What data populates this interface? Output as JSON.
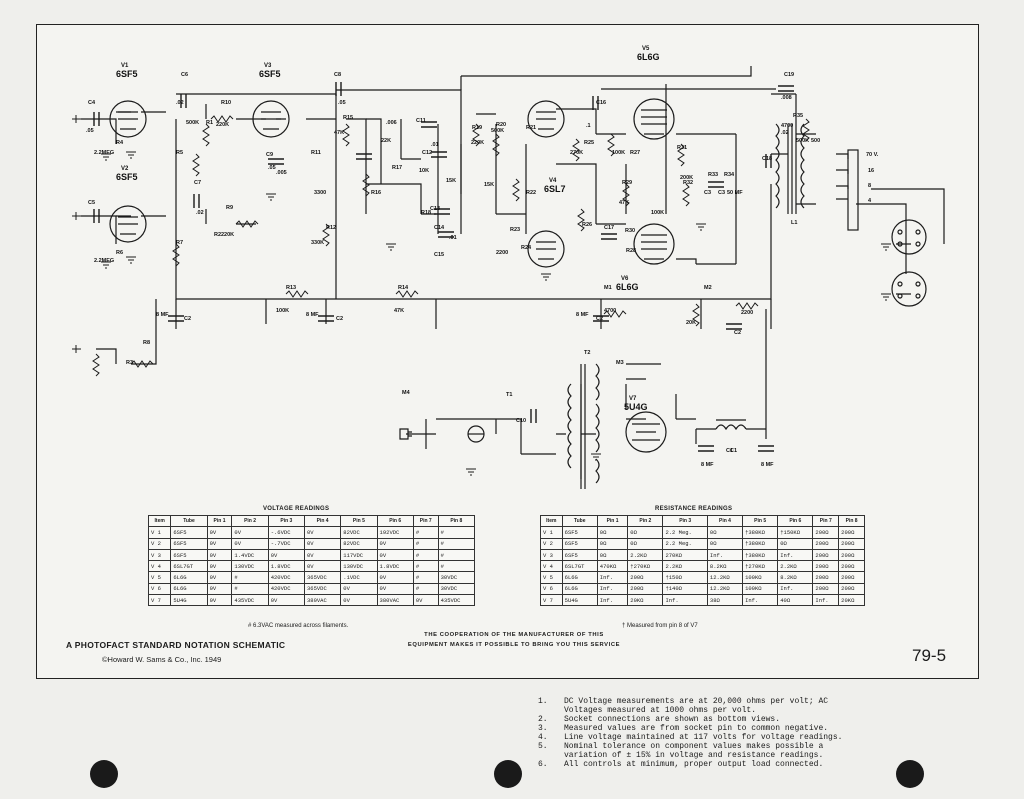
{
  "labels": {
    "tubes": [
      {
        "ref": "V1",
        "type": "6SF5"
      },
      {
        "ref": "V2",
        "type": "6SF5"
      },
      {
        "ref": "V3",
        "type": "6SF5"
      },
      {
        "ref": "V4",
        "type": "6SL7"
      },
      {
        "ref": "V5",
        "type": "6L6G"
      },
      {
        "ref": "V6",
        "type": "6L6G"
      },
      {
        "ref": "V7",
        "type": "5U4G"
      }
    ],
    "components": [
      "C4",
      "C5",
      "C6",
      "C7",
      "C8",
      "C9",
      "C10",
      "C11",
      "C12",
      "C13",
      "C14",
      "C15",
      "C16",
      "C17",
      "C18",
      "C19",
      "R1",
      "R2",
      "R3",
      "R4",
      "R5",
      "R6",
      "R7",
      "R8",
      "R9",
      "R10",
      "R11",
      "R12",
      "R13",
      "R14",
      "R15",
      "R16",
      "R17",
      "R18",
      "R19",
      "R20",
      "R21",
      "R22",
      "R23",
      "R24",
      "R25",
      "R26",
      "R27",
      "R28",
      "R29",
      "R30",
      "R31",
      "R32",
      "R33",
      "R34",
      "R35",
      "M1",
      "M2",
      "M3",
      "M4",
      "T1",
      "T2",
      "L1"
    ],
    "values": [
      ".05",
      ".02",
      ".05",
      ".02",
      ".05",
      ".006",
      ".01",
      ".01",
      ".005",
      ".02",
      ".1",
      ".008",
      "2.2MEG",
      "2.2MEG",
      "500K",
      "220K",
      "220K",
      "47K",
      "22K",
      "10K",
      "15K",
      "15K",
      "220K",
      "500K",
      "2200",
      "270K",
      "100K",
      "47K",
      "200K",
      "100K",
      "3300",
      "330K",
      "100K",
      "47K",
      "500K",
      "2200",
      "4700",
      "20K",
      "50 MF",
      "8 MF",
      "8 MF",
      "8 MF",
      "8 MF",
      "8 MF",
      "4700",
      "500",
      "70 V.",
      "16",
      "8",
      "4"
    ],
    "misc": [
      "C1",
      "C2",
      "C3",
      "C2",
      "C2",
      "C2",
      "C1",
      "C3"
    ]
  },
  "voltage_table": {
    "title": "VOLTAGE READINGS",
    "headers": [
      "Item",
      "Tube",
      "Pin 1",
      "Pin 2",
      "Pin 3",
      "Pin 4",
      "Pin 5",
      "Pin 6",
      "Pin 7",
      "Pin 8"
    ],
    "rows": [
      [
        "V 1",
        "6SF5",
        "0V",
        "0V",
        "-.6VDC",
        "0V",
        "82VDC",
        "192VDC",
        "#",
        "#"
      ],
      [
        "V 2",
        "6SF5",
        "0V",
        "0V",
        "-.7VDC",
        "0V",
        "82VDC",
        "0V",
        "#",
        "#"
      ],
      [
        "V 3",
        "6SF5",
        "0V",
        "1.4VDC",
        "0V",
        "0V",
        "117VDC",
        "0V",
        "#",
        "#"
      ],
      [
        "V 4",
        "6SL7GT",
        "0V",
        "130VDC",
        "1.8VDC",
        "0V",
        "130VDC",
        "1.8VDC",
        "#",
        "#"
      ],
      [
        "V 5",
        "6L6G",
        "0V",
        "#",
        "420VDC",
        "365VDC",
        ".1VDC",
        "0V",
        "#",
        "30VDC"
      ],
      [
        "V 6",
        "6L6G",
        "0V",
        "#",
        "420VDC",
        "365VDC",
        "0V",
        "0V",
        "#",
        "30VDC"
      ],
      [
        "V 7",
        "5U4G",
        "0V",
        "435VDC",
        "0V",
        "380VAC",
        "0V",
        "380VAC",
        "0V",
        "435VDC"
      ]
    ],
    "footnote": "# 6.3VAC measured across filaments."
  },
  "resistance_table": {
    "title": "RESISTANCE READINGS",
    "headers": [
      "Item",
      "Tube",
      "Pin 1",
      "Pin 2",
      "Pin 3",
      "Pin 4",
      "Pin 5",
      "Pin 6",
      "Pin 7",
      "Pin 8"
    ],
    "rows": [
      [
        "V 1",
        "6SF5",
        "0Ω",
        "0Ω",
        "2.2 Meg.",
        "0Ω",
        "†380KΩ",
        "†150KΩ",
        "200Ω",
        "200Ω"
      ],
      [
        "V 2",
        "6SF5",
        "0Ω",
        "0Ω",
        "2.2 Meg.",
        "0Ω",
        "†380KΩ",
        "0Ω",
        "200Ω",
        "200Ω"
      ],
      [
        "V 3",
        "6SF5",
        "0Ω",
        "2.2KΩ",
        "270KΩ",
        "Inf.",
        "†380KΩ",
        "Inf.",
        "200Ω",
        "200Ω"
      ],
      [
        "V 4",
        "6SL7GT",
        "470KΩ",
        "†270KΩ",
        "2.2KΩ",
        "8.2KΩ",
        "†270KΩ",
        "2.2KΩ",
        "200Ω",
        "200Ω"
      ],
      [
        "V 5",
        "6L6G",
        "Inf.",
        "200Ω",
        "†150Ω",
        "12.2KΩ",
        "100KΩ",
        "8.2KΩ",
        "200Ω",
        "200Ω"
      ],
      [
        "V 6",
        "6L6G",
        "Inf.",
        "200Ω",
        "†140Ω",
        "12.2KΩ",
        "100KΩ",
        "Inf.",
        "200Ω",
        "200Ω"
      ],
      [
        "V 7",
        "5U4G",
        "Inf.",
        "20KΩ",
        "Inf.",
        "38Ω",
        "Inf.",
        "40Ω",
        "Inf.",
        "20KΩ"
      ]
    ],
    "footnote": "† Measured from pin 8 of V7"
  },
  "footer": {
    "title": "A PHOTOFACT STANDARD NOTATION SCHEMATIC",
    "copyright": "©Howard W. Sams & Co., Inc. 1949",
    "coop_line1": "THE COOPERATION OF THE MANUFACTURER OF THIS",
    "coop_line2": "EQUIPMENT MAKES IT POSSIBLE TO BRING YOU THIS SERVICE",
    "page_number": "79-5"
  },
  "notes": [
    {
      "n": "1.",
      "text": "DC Voltage measurements are at 20,000 ohms per volt; AC Voltages measured at 1000 ohms per volt."
    },
    {
      "n": "2.",
      "text": "Socket connections are shown as bottom views."
    },
    {
      "n": "3.",
      "text": "Measured values are from socket pin to common negative."
    },
    {
      "n": "4.",
      "text": "Line voltage maintained at 117 volts for voltage readings."
    },
    {
      "n": "5.",
      "text": "Nominal tolerance on component values makes possible a variation of ± 15% in voltage and resistance readings."
    },
    {
      "n": "6.",
      "text": "All controls at minimum, proper output load connected."
    }
  ]
}
